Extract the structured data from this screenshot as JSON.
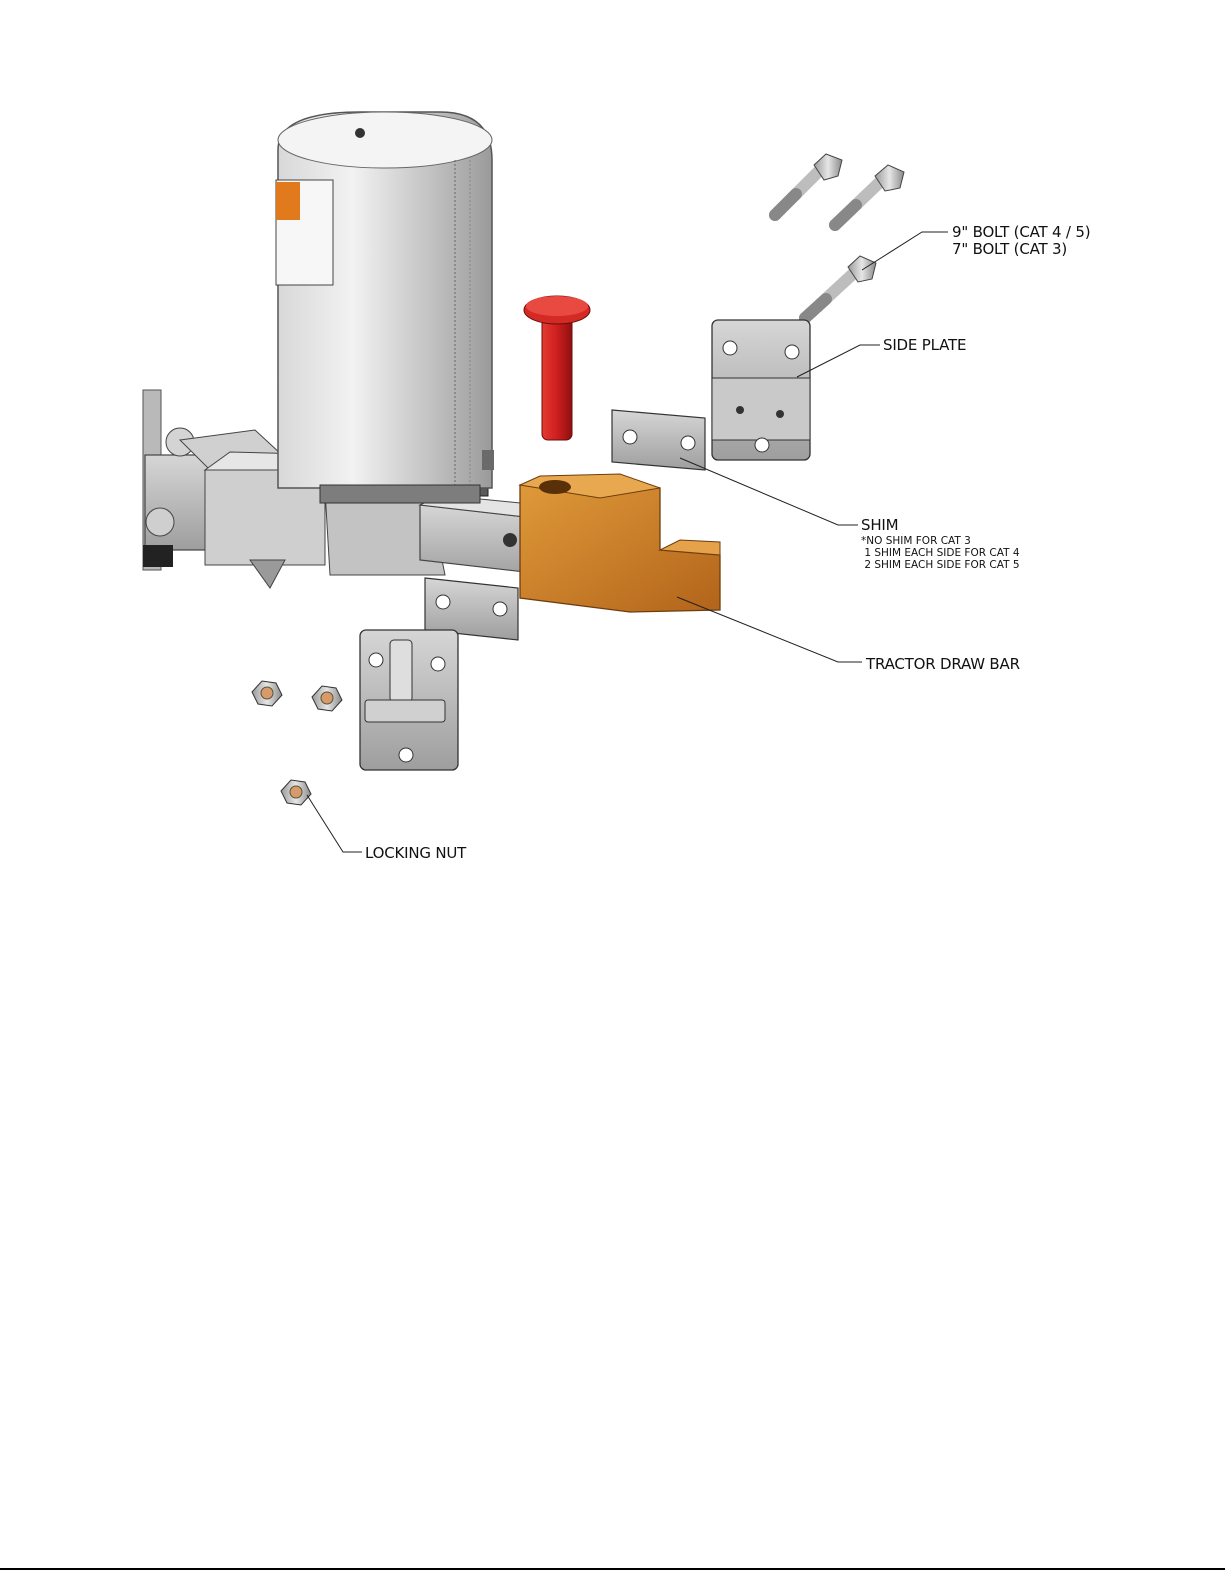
{
  "labels": {
    "bolt_line1": "9\" BOLT (CAT 4 / 5)",
    "bolt_line2": "7\" BOLT (CAT 3)",
    "side_plate": "SIDE PLATE",
    "shim": "SHIM",
    "shim_note1": "*NO SHIM FOR CAT 3",
    "shim_note2": " 1 SHIM EACH SIDE FOR CAT 4",
    "shim_note3": " 2 SHIM EACH SIDE FOR CAT 5",
    "tractor_draw_bar": "TRACTOR DRAW BAR",
    "locking_nut": "LOCKING NUT"
  },
  "colors": {
    "draw_bar": "#c77a1e",
    "pin": "#cc1f1f",
    "steel": "#bfbfbf",
    "warning_label": "#e07a1c"
  }
}
